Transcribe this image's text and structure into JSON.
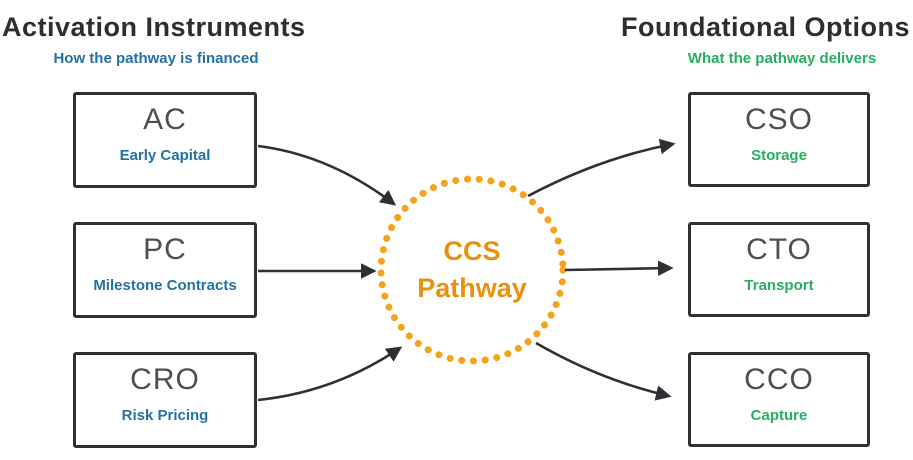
{
  "left_section": {
    "title": "Activation Instruments",
    "subtitle": "How the pathway is financed",
    "boxes": [
      {
        "abbr": "AC",
        "label": "Early Capital"
      },
      {
        "abbr": "PC",
        "label": "Milestone Contracts"
      },
      {
        "abbr": "CRO",
        "label": "Risk Pricing"
      }
    ]
  },
  "right_section": {
    "title": "Foundational Options",
    "subtitle": "What the pathway delivers",
    "boxes": [
      {
        "abbr": "CSO",
        "label": "Storage"
      },
      {
        "abbr": "CTO",
        "label": "Transport"
      },
      {
        "abbr": "CCO",
        "label": "Capture"
      }
    ]
  },
  "center": {
    "line1": "CCS",
    "line2": "Pathway"
  },
  "colors": {
    "title_dark": "#2b2f33",
    "left_accent_blue": "#2471a3",
    "right_accent_green": "#27ae60",
    "center_text_orange": "#e8910f",
    "center_dots_orange": "#f5a31a",
    "stroke_dark": "#2d3135",
    "abbr_gray": "#4f4f4f",
    "background": "#ffffff"
  }
}
